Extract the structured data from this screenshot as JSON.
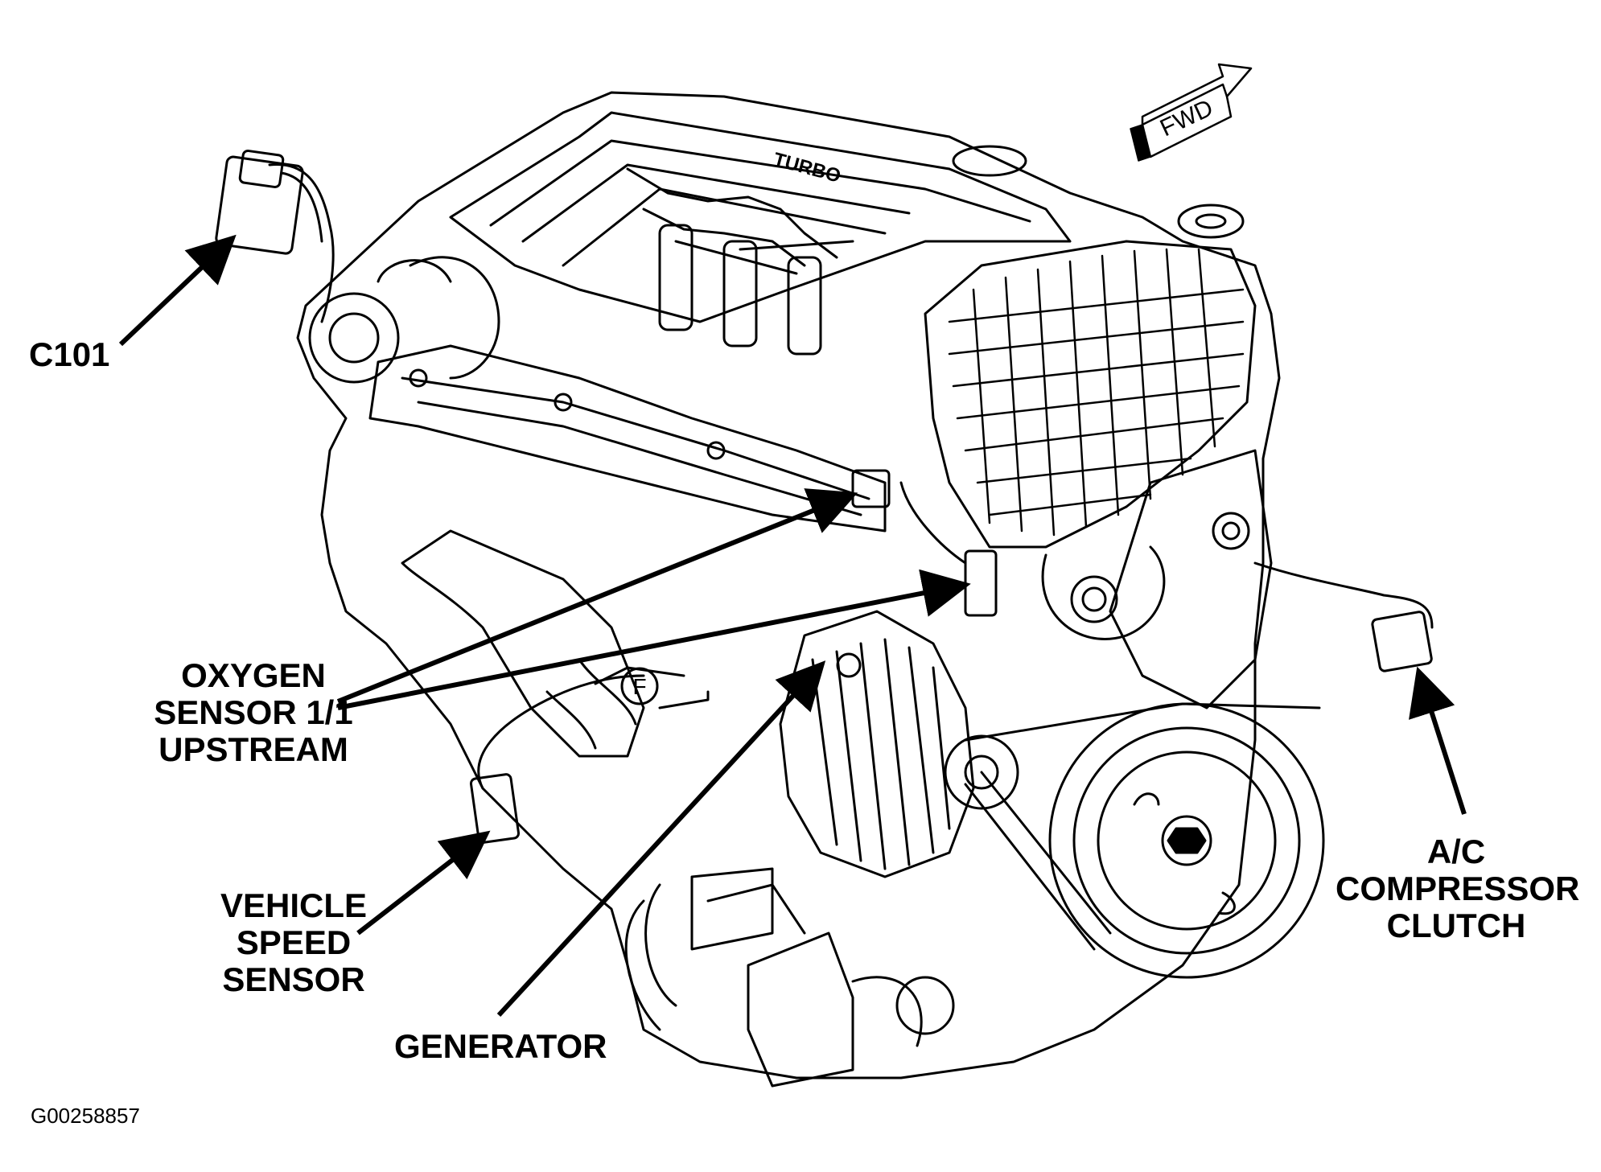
{
  "labels": {
    "c101": "C101",
    "oxygen_sensor": [
      "OXYGEN",
      "SENSOR 1/1",
      "UPSTREAM"
    ],
    "vehicle_speed_sensor": [
      "VEHICLE",
      "SPEED",
      "SENSOR"
    ],
    "generator": "GENERATOR",
    "ac_compressor_clutch": [
      "A/C",
      "COMPRESSOR",
      "CLUTCH"
    ]
  },
  "direction_indicator": "FWD",
  "front_marker": "F",
  "figure_id": "G00258857"
}
